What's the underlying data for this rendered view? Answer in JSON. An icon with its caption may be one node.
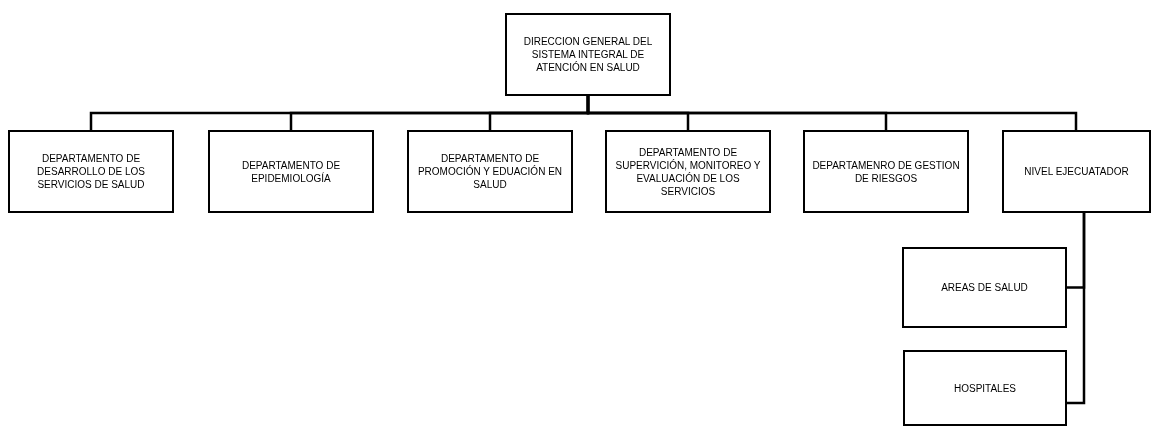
{
  "diagram": {
    "nodes": [
      {
        "text": [
          "DIRECCION GENERAL DEL SISTEMA INTEGRAL DE ATENCIÓN EN SALUD"
        ]
      },
      {
        "text": [
          "DEPARTAMENTO DE DESARROLLO DE LOS SERVICIOS DE SALUD"
        ]
      },
      {
        "text": [
          "DEPARTAMENTO DE EPIDEMIOLOGÍA"
        ]
      },
      {
        "text": [
          "DEPARTAMENTO DE PROMOCIÓN Y EDUACIÓN EN SALUD"
        ]
      },
      {
        "text": [
          "DEPARTAMENTO DE SUPERVICIÓN, MONITOREO Y EVALUACIÓN DE LOS SERVICIOS"
        ]
      },
      {
        "text": [
          "DEPARTAMENRO DE GESTION DE RIESGOS"
        ]
      },
      {
        "text": [
          "NIVEL EJECUATADOR"
        ]
      },
      {
        "text": [
          "AREAS DE SALUD"
        ]
      },
      {
        "text": [
          "HOSPITALES"
        ]
      }
    ],
    "edges": [
      {
        "from": 0,
        "to": 1,
        "arrow": "none"
      },
      {
        "from": 0,
        "to": 2,
        "arrow": "none"
      },
      {
        "from": 0,
        "to": 3,
        "arrow": "none"
      },
      {
        "from": 0,
        "to": 4,
        "arrow": "none"
      },
      {
        "from": 0,
        "to": 5,
        "arrow": "none"
      },
      {
        "from": 0,
        "to": 6,
        "arrow": "none"
      },
      {
        "from": 6,
        "to": 7,
        "arrow": "none"
      },
      {
        "from": 6,
        "to": 8,
        "arrow": "none"
      }
    ]
  }
}
